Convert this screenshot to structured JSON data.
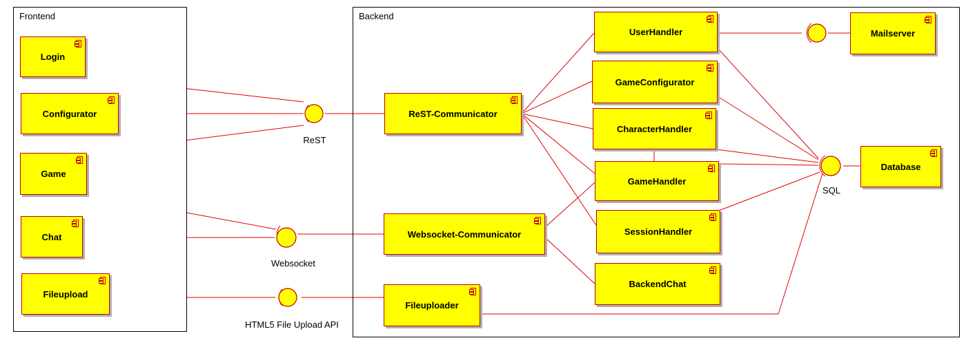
{
  "packages": {
    "frontend": "Frontend",
    "backend": "Backend"
  },
  "components": {
    "login": "Login",
    "configurator": "Configurator",
    "game": "Game",
    "chat": "Chat",
    "fileupload": "Fileupload",
    "rest_communicator": "ReST-Communicator",
    "websocket_communicator": "Websocket-Communicator",
    "fileuploader": "Fileuploader",
    "user_handler": "UserHandler",
    "game_configurator": "GameConfigurator",
    "character_handler": "CharacterHandler",
    "game_handler": "GameHandler",
    "session_handler": "SessionHandler",
    "backend_chat": "BackendChat",
    "mailserver": "Mailserver",
    "database": "Database"
  },
  "interfaces": {
    "rest": "ReST",
    "websocket": "Websocket",
    "file_upload_api": "HTML5 File Upload API",
    "sql": "SQL"
  },
  "colors": {
    "component_fill": "#ffff00",
    "connector": "#e00000",
    "border": "#000000"
  }
}
